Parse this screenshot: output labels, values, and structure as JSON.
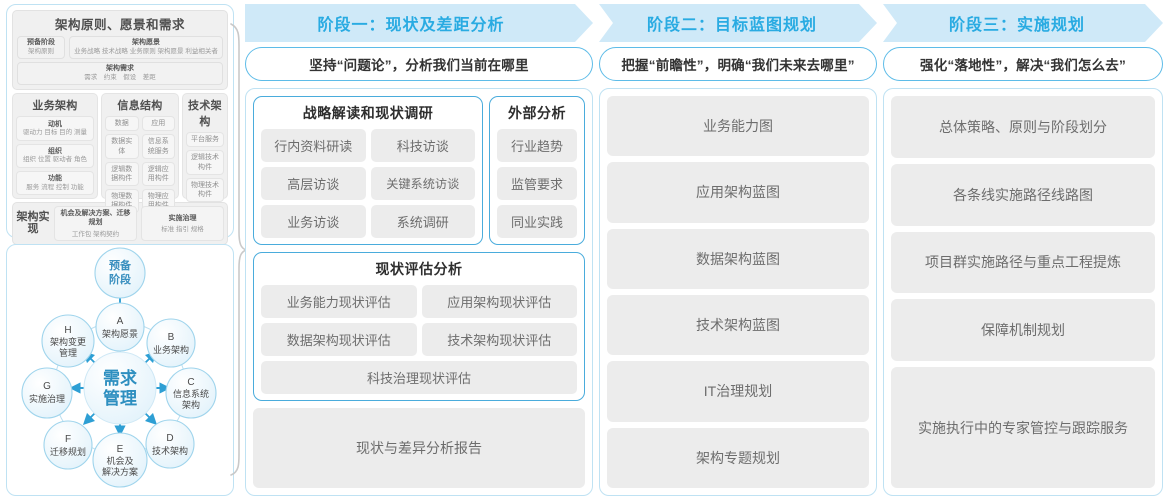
{
  "left": {
    "framework": {
      "title": "架构原则、愿景和需求",
      "prelim": {
        "title": "预备阶段",
        "sub": "架构原则"
      },
      "vision": {
        "title": "架构愿景",
        "sub": "业务战略 技术战略 业务原则 架构愿景 利益相关者"
      },
      "requirements": {
        "title": "架构需求",
        "sub": "需求　约束　假设　差距"
      },
      "columns": [
        {
          "header": "业务架构",
          "items": [
            {
              "title": "动机",
              "sub": "驱动力 目标 目的 测量"
            },
            {
              "title": "组织",
              "sub": "组织 位置 驱动者 角色"
            },
            {
              "title": "功能",
              "sub": "服务 流程 控制 功能"
            }
          ]
        },
        {
          "header": "信息结构",
          "subcolumns": [
            {
              "items": [
                "数据",
                "数据实体",
                "逻辑数据构件",
                "物理数据构件"
              ]
            },
            {
              "items": [
                "应用",
                "信息系统服务",
                "逻辑应用构件",
                "物理应用构件"
              ]
            }
          ]
        },
        {
          "header": "技术架构",
          "items": [
            "平台服务",
            "逻辑技术构件",
            "物理技术构件"
          ]
        }
      ],
      "bottom": {
        "label": "架构实现",
        "cells": [
          {
            "title": "机会及解决方案、迁移规划",
            "sub": "工作包 架构契约"
          },
          {
            "title": "实施治理",
            "sub": "标准 指引 规格"
          }
        ]
      }
    },
    "adm": {
      "center": "需求管理",
      "prelim": "预备阶段",
      "nodes": [
        {
          "key": "A",
          "label": "架构愿景"
        },
        {
          "key": "B",
          "label": "业务架构"
        },
        {
          "key": "C",
          "label": "信息系统架构"
        },
        {
          "key": "D",
          "label": "技术架构"
        },
        {
          "key": "E",
          "label": "机会及解决方案"
        },
        {
          "key": "F",
          "label": "迁移规划"
        },
        {
          "key": "G",
          "label": "实施治理"
        },
        {
          "key": "H",
          "label": "架构变更管理"
        }
      ]
    }
  },
  "phases": [
    {
      "head": "阶段一：现状及差距分析",
      "sub": "坚持“问题论”，分析我们当前在哪里",
      "strategy": {
        "title": "战略解读和现状调研",
        "left": [
          "行内资料研读",
          "高层访谈",
          "业务访谈"
        ],
        "right": [
          "科技访谈",
          "关键系统访谈",
          "系统调研"
        ]
      },
      "external": {
        "title": "外部分析",
        "items": [
          "行业趋势",
          "监管要求",
          "同业实践"
        ]
      },
      "assessment": {
        "title": "现状评估分析",
        "items": [
          "业务能力现状评估",
          "应用架构现状评估",
          "数据架构现状评估",
          "技术架构现状评估"
        ],
        "full": "科技治理现状评估"
      },
      "report": "现状与差异分析报告"
    },
    {
      "head": "阶段二：目标蓝图规划",
      "sub": "把握“前瞻性”，明确“我们未来去哪里”",
      "items": [
        "业务能力图",
        "应用架构蓝图",
        "数据架构蓝图",
        "技术架构蓝图",
        "IT治理规划",
        "架构专题规划"
      ]
    },
    {
      "head": "阶段三：实施规划",
      "sub": "强化“落地性”，解决“我们怎么去”",
      "items": [
        "总体策略、原则与阶段划分",
        "各条线实施路径线路图",
        "项目群实施路径与重点工程提炼",
        "保障机制规划",
        "实施执行中的专家管控与跟踪服务"
      ]
    }
  ],
  "colors": {
    "header_bg": "#cfe9f8",
    "header_text": "#29abe2",
    "accent_border": "#5ebce8",
    "pill_bg": "#ececec",
    "pill_text": "#6d6d6d",
    "panel_border": "#bfe2f3"
  }
}
